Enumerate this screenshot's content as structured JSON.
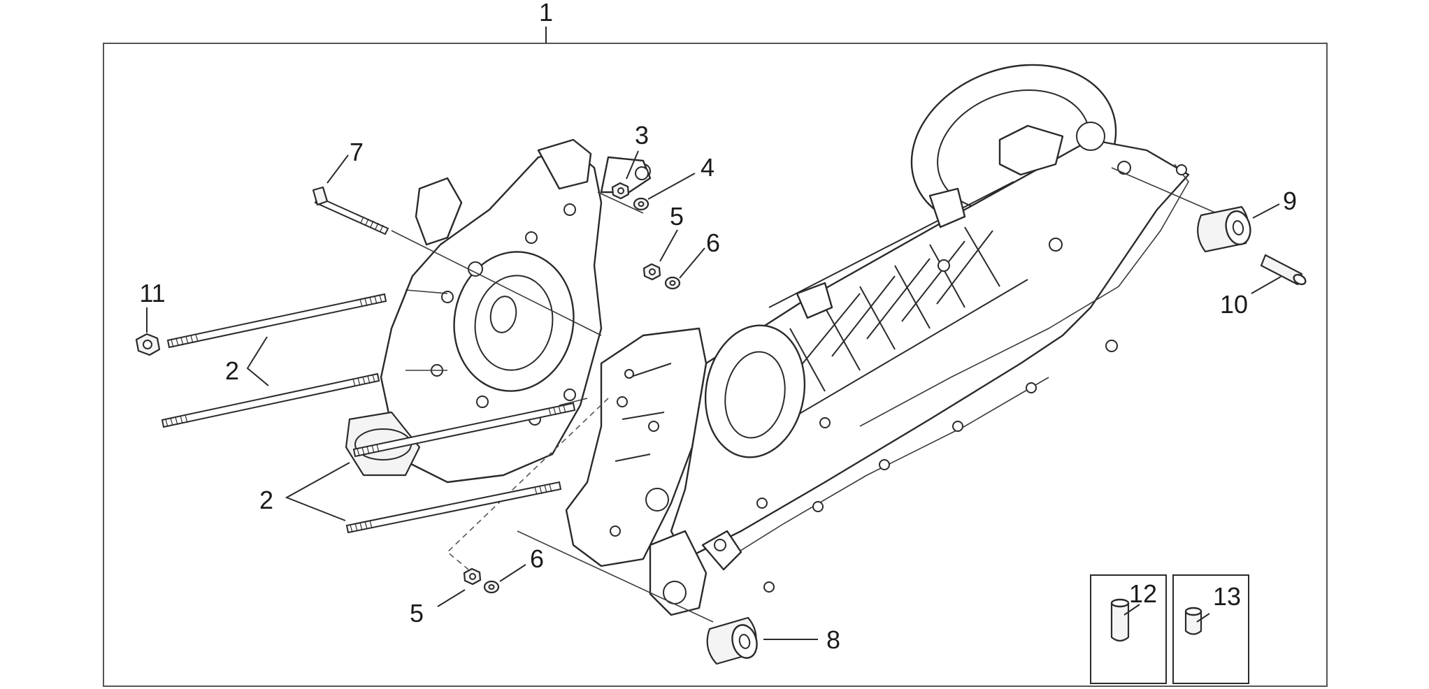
{
  "callouts": {
    "c1": "1",
    "c2a": "2",
    "c2b": "2",
    "c3": "3",
    "c4": "4",
    "c5a": "5",
    "c5b": "5",
    "c6a": "6",
    "c6b": "6",
    "c7": "7",
    "c8": "8",
    "c9": "9",
    "c10": "10",
    "c11": "11",
    "c12": "12",
    "c13": "13"
  }
}
